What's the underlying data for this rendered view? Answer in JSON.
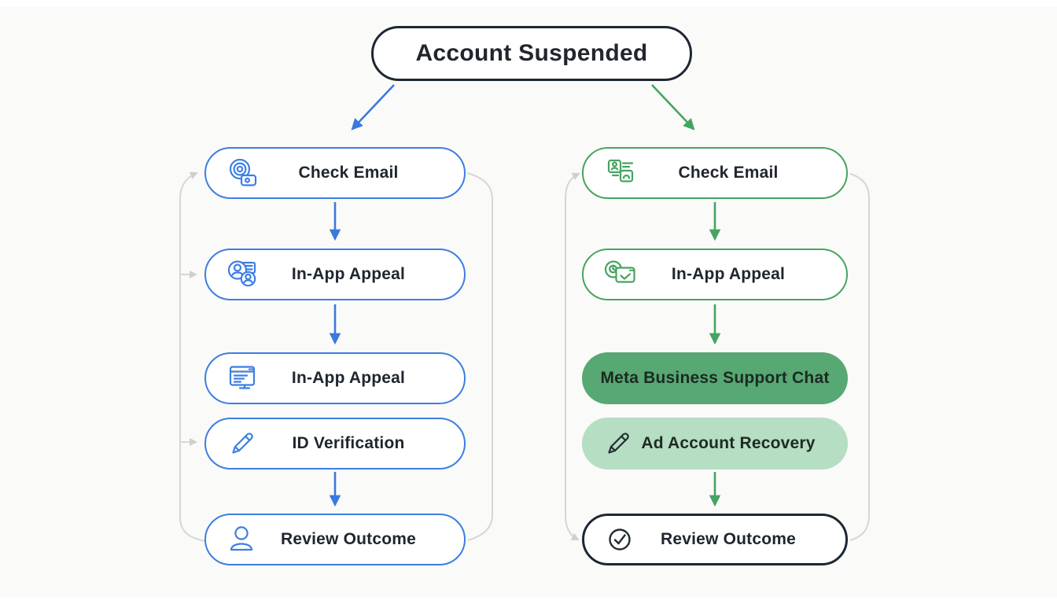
{
  "title": {
    "label": "Account Suspended"
  },
  "left_branch": {
    "accent_color": "#3d7ee3",
    "steps": [
      {
        "label": "Check Email",
        "icon": "lens-card-icon"
      },
      {
        "label": "In-App Appeal",
        "icon": "people-card-icon"
      },
      {
        "label": "In-App Appeal",
        "icon": "browser-window-icon"
      },
      {
        "label": "ID Verification",
        "icon": "pencil-icon"
      },
      {
        "label": "Review Outcome",
        "icon": "person-icon"
      }
    ]
  },
  "right_branch": {
    "accent_color": "#47a362",
    "steps": [
      {
        "label": "Check Email",
        "icon": "id-cards-icon"
      },
      {
        "label": "In-App Appeal",
        "icon": "clock-window-icon"
      },
      {
        "label": "Meta Business Support Chat",
        "icon": "none",
        "fill": "#57a873"
      },
      {
        "label": "Ad Account Recovery",
        "icon": "pencil-icon",
        "fill": "#b5dec2"
      },
      {
        "label": "Review Outcome",
        "icon": "check-circle-icon"
      }
    ]
  },
  "colors": {
    "root_border": "#1d2733",
    "text": "#20262f",
    "blue": "#3d7ee3",
    "green": "#47a362",
    "mid_green_fill": "#57a873",
    "light_green_fill": "#b5dec2",
    "loop_gray": "#d6d6d4",
    "background": "#fafaf8"
  }
}
